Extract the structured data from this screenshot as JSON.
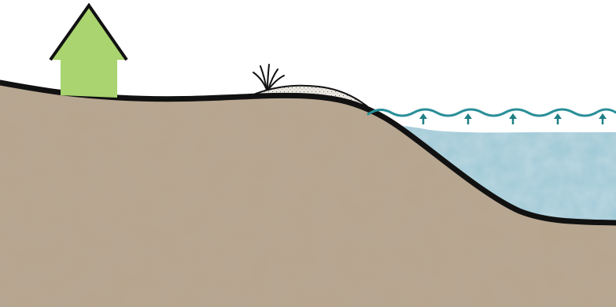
{
  "diagram": {
    "elements": [
      "house",
      "ground",
      "shore-vegetation",
      "sand-dune",
      "sea-water",
      "water-surface",
      "rising-water-arrows"
    ],
    "rising_water_arrow_count": 5,
    "colors": {
      "background": "#ffffff",
      "ground": "#b8a58e",
      "ground_outline": "#111111",
      "house": "#a9d46f",
      "house_outline": "#111111",
      "sand": "#ece9e2",
      "water": "#9cc8d6",
      "water_line": "#2a8f98",
      "arrow": "#1f7f85",
      "vegetation": "#111111"
    }
  }
}
